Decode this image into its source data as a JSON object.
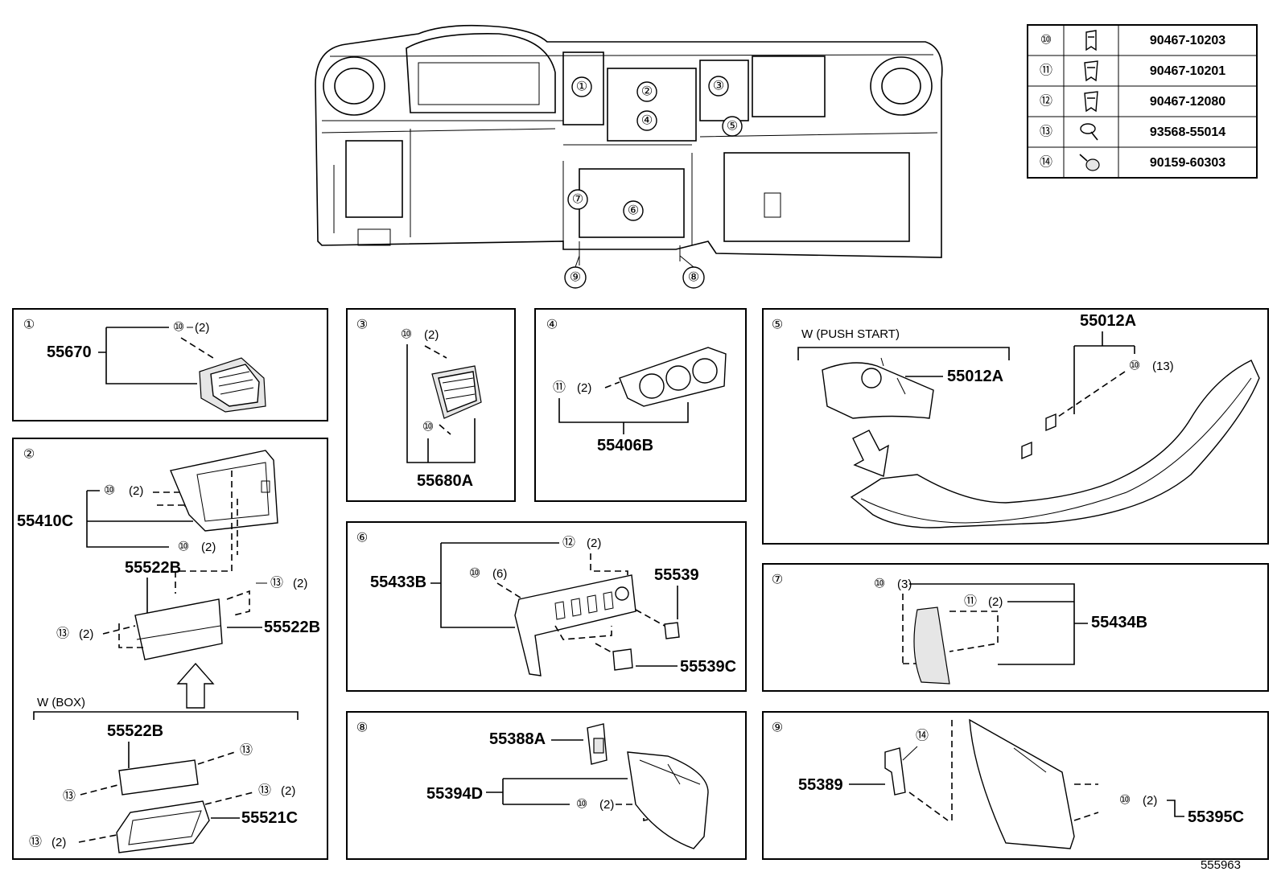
{
  "fasteners": [
    {
      "ref": "⑩",
      "part_no": "90467-10203",
      "icon": "clip-icon"
    },
    {
      "ref": "⑪",
      "part_no": "90467-10201",
      "icon": "clip-icon"
    },
    {
      "ref": "⑫",
      "part_no": "90467-12080",
      "icon": "clip-icon"
    },
    {
      "ref": "⑬",
      "part_no": "93568-55014",
      "icon": "screw-icon"
    },
    {
      "ref": "⑭",
      "part_no": "90159-60303",
      "icon": "screw-icon"
    }
  ],
  "overview": {
    "callouts": [
      "①",
      "②",
      "③",
      "④",
      "⑤",
      "⑥",
      "⑦",
      "⑧",
      "⑨"
    ]
  },
  "panels": {
    "p1": {
      "num": "①",
      "part": "55670",
      "clip": "⑩",
      "qty": "(2)"
    },
    "p2": {
      "num": "②",
      "part_a": "55410C",
      "clip_a1": "⑩",
      "qty_a1": "(2)",
      "clip_a2": "⑩",
      "qty_a2": "(2)",
      "part_b_top": "55522B",
      "part_b_right": "55522B",
      "screw_b1": "⑬",
      "qty_b1": "(2)",
      "screw_b2": "⑬",
      "qty_b2": "(2)",
      "variant": "W (BOX)",
      "part_c": "55522B",
      "screw_c1": "⑬",
      "screw_c2": "⑬",
      "part_d": "55521C",
      "screw_d1": "⑬",
      "qty_d1": "(2)",
      "screw_d2": "⑬",
      "qty_d2": "(2)"
    },
    "p3": {
      "num": "③",
      "part": "55680A",
      "clip1": "⑩",
      "qty1": "(2)",
      "clip2": "⑩"
    },
    "p4": {
      "num": "④",
      "part": "55406B",
      "clip": "⑪",
      "qty": "(2)"
    },
    "p5": {
      "num": "⑤",
      "variant": "W (PUSH  START)",
      "part_variant": "55012A",
      "part_main": "55012A",
      "clip": "⑩",
      "qty": "(13)"
    },
    "p6": {
      "num": "⑥",
      "part_a": "55433B",
      "clip_a": "⑩",
      "qty_a": "(6)",
      "clip_b": "⑫",
      "qty_b": "(2)",
      "part_c": "55539",
      "part_d": "55539C"
    },
    "p7": {
      "num": "⑦",
      "part": "55434B",
      "clip_a": "⑩",
      "qty_a": "(3)",
      "clip_b": "⑪",
      "qty_b": "(2)"
    },
    "p8": {
      "num": "⑧",
      "part_a": "55388A",
      "part_b": "55394D",
      "clip": "⑩",
      "qty": "(2)"
    },
    "p9": {
      "num": "⑨",
      "part_a": "55389",
      "screw": "⑭",
      "part_b": "55395C",
      "clip": "⑩",
      "qty": "(2)"
    }
  },
  "figure_id": "555963"
}
